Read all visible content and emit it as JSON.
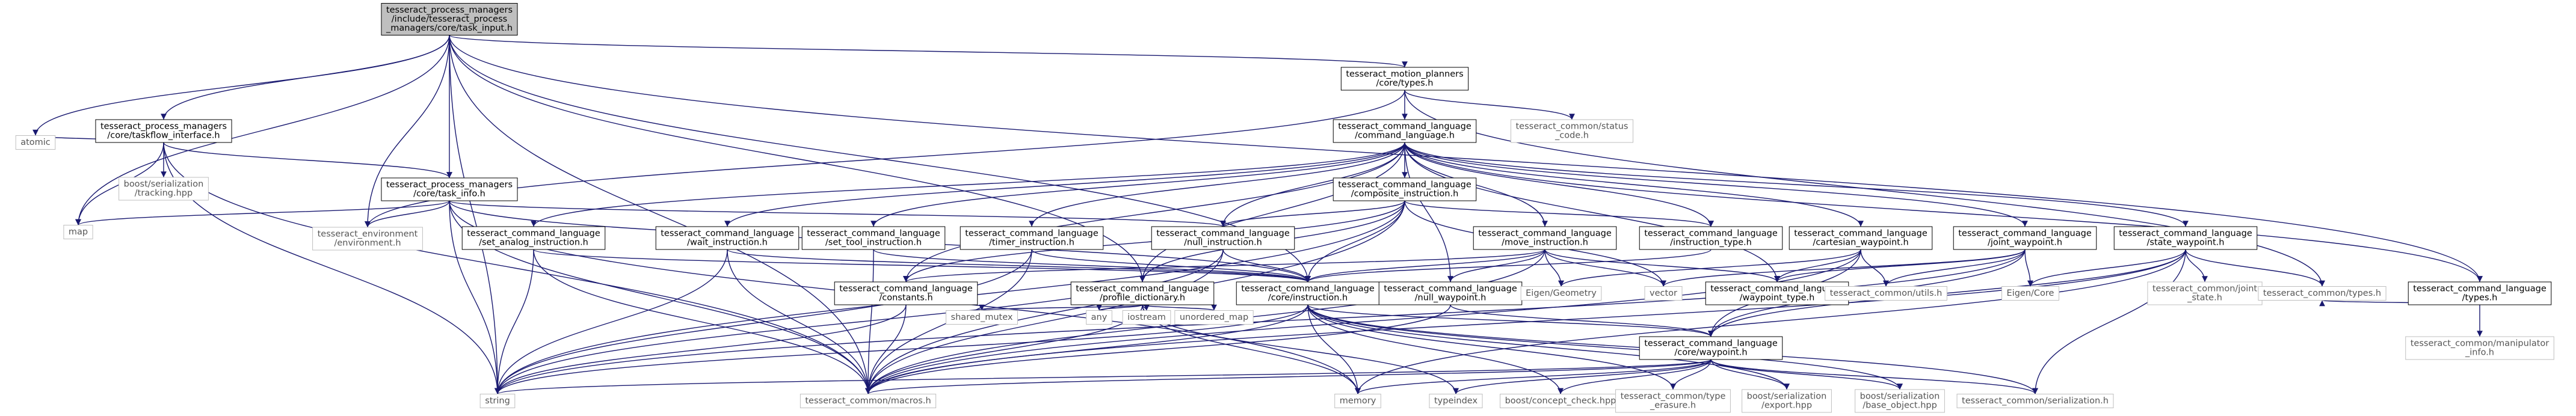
{
  "colors": {
    "edge": "#191970",
    "node_border": "#000000",
    "root_fill": "#bfbfbf",
    "external_border": "#bfbfbf",
    "external_text": "#555555",
    "background": "#ffffff"
  },
  "nodes": {
    "task_input": [
      "tesseract_process_managers",
      "/include/tesseract_process",
      "_managers/core/task_input.h"
    ],
    "taskflow_interface": [
      "tesseract_process_managers",
      "/core/taskflow_interface.h"
    ],
    "task_info": [
      "tesseract_process_managers",
      "/core/task_info.h"
    ],
    "mp_types": [
      "tesseract_motion_planners",
      "/core/types.h"
    ],
    "command_language": [
      "tesseract_command_language",
      "/command_language.h"
    ],
    "composite_instruction": [
      "tesseract_command_language",
      "/composite_instruction.h"
    ],
    "set_analog": [
      "tesseract_command_language",
      "/set_analog_instruction.h"
    ],
    "wait_instruction": [
      "tesseract_command_language",
      "/wait_instruction.h"
    ],
    "set_tool": [
      "tesseract_command_language",
      "/set_tool_instruction.h"
    ],
    "timer_instruction": [
      "tesseract_command_language",
      "/timer_instruction.h"
    ],
    "null_instruction": [
      "tesseract_command_language",
      "/null_instruction.h"
    ],
    "move_instruction": [
      "tesseract_command_language",
      "/move_instruction.h"
    ],
    "instruction_type": [
      "tesseract_command_language",
      "/instruction_type.h"
    ],
    "cartesian_waypoint": [
      "tesseract_command_language",
      "/cartesian_waypoint.h"
    ],
    "joint_waypoint": [
      "tesseract_command_language",
      "/joint_waypoint.h"
    ],
    "state_waypoint": [
      "tesseract_command_language",
      "/state_waypoint.h"
    ],
    "constants": [
      "tesseract_command_language",
      "/constants.h"
    ],
    "profile_dictionary": [
      "tesseract_command_language",
      "/profile_dictionary.h"
    ],
    "core_instruction": [
      "tesseract_command_language",
      "/core/instruction.h"
    ],
    "null_waypoint": [
      "tesseract_command_language",
      "/null_waypoint.h"
    ],
    "waypoint_type": [
      "tesseract_command_language",
      "/waypoint_type.h"
    ],
    "cl_types": [
      "tesseract_command_language",
      "/types.h"
    ],
    "core_waypoint": [
      "tesseract_command_language",
      "/core/waypoint.h"
    ],
    "atomic": [
      "atomic"
    ],
    "map": [
      "map"
    ],
    "boost_tracking": [
      "boost/serialization",
      "/tracking.hpp"
    ],
    "environment": [
      "tesseract_environment",
      "/environment.h"
    ],
    "status_code": [
      "tesseract_common/status",
      "_code.h"
    ],
    "string": [
      "string"
    ],
    "macros": [
      "tesseract_common/macros.h"
    ],
    "memory": [
      "memory"
    ],
    "shared_mutex": [
      "shared_mutex"
    ],
    "any": [
      "any"
    ],
    "iostream": [
      "iostream"
    ],
    "unordered_map": [
      "unordered_map"
    ],
    "eigen_geometry": [
      "Eigen/Geometry"
    ],
    "vector": [
      "vector"
    ],
    "common_utils": [
      "tesseract_common/utils.h"
    ],
    "eigen_core": [
      "Eigen/Core"
    ],
    "joint_state": [
      "tesseract_common/joint",
      "_state.h"
    ],
    "common_types": [
      "tesseract_common/types.h"
    ],
    "manipulator_info": [
      "tesseract_common/manipulator",
      "_info.h"
    ],
    "typeindex": [
      "typeindex"
    ],
    "concept_check": [
      "boost/concept_check.hpp"
    ],
    "type_erasure": [
      "tesseract_common/type",
      "_erasure.h"
    ],
    "boost_export": [
      "boost/serialization",
      "/export.hpp"
    ],
    "base_object": [
      "boost/serialization",
      "/base_object.hpp"
    ],
    "common_serialization": [
      "tesseract_common/serialization.h"
    ]
  }
}
